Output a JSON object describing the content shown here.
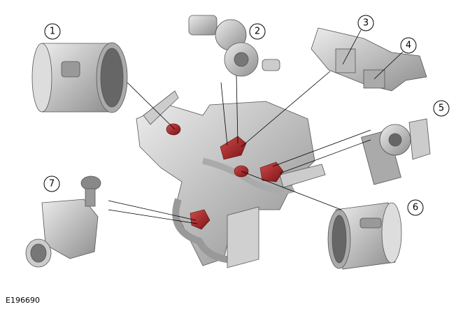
{
  "figure": {
    "reference": "E196690",
    "callouts": [
      "1",
      "2",
      "3",
      "4",
      "5",
      "6",
      "7"
    ],
    "colors": {
      "highlight": "#b3262a",
      "part": "#c8c8c8",
      "outline": "#555555"
    }
  }
}
